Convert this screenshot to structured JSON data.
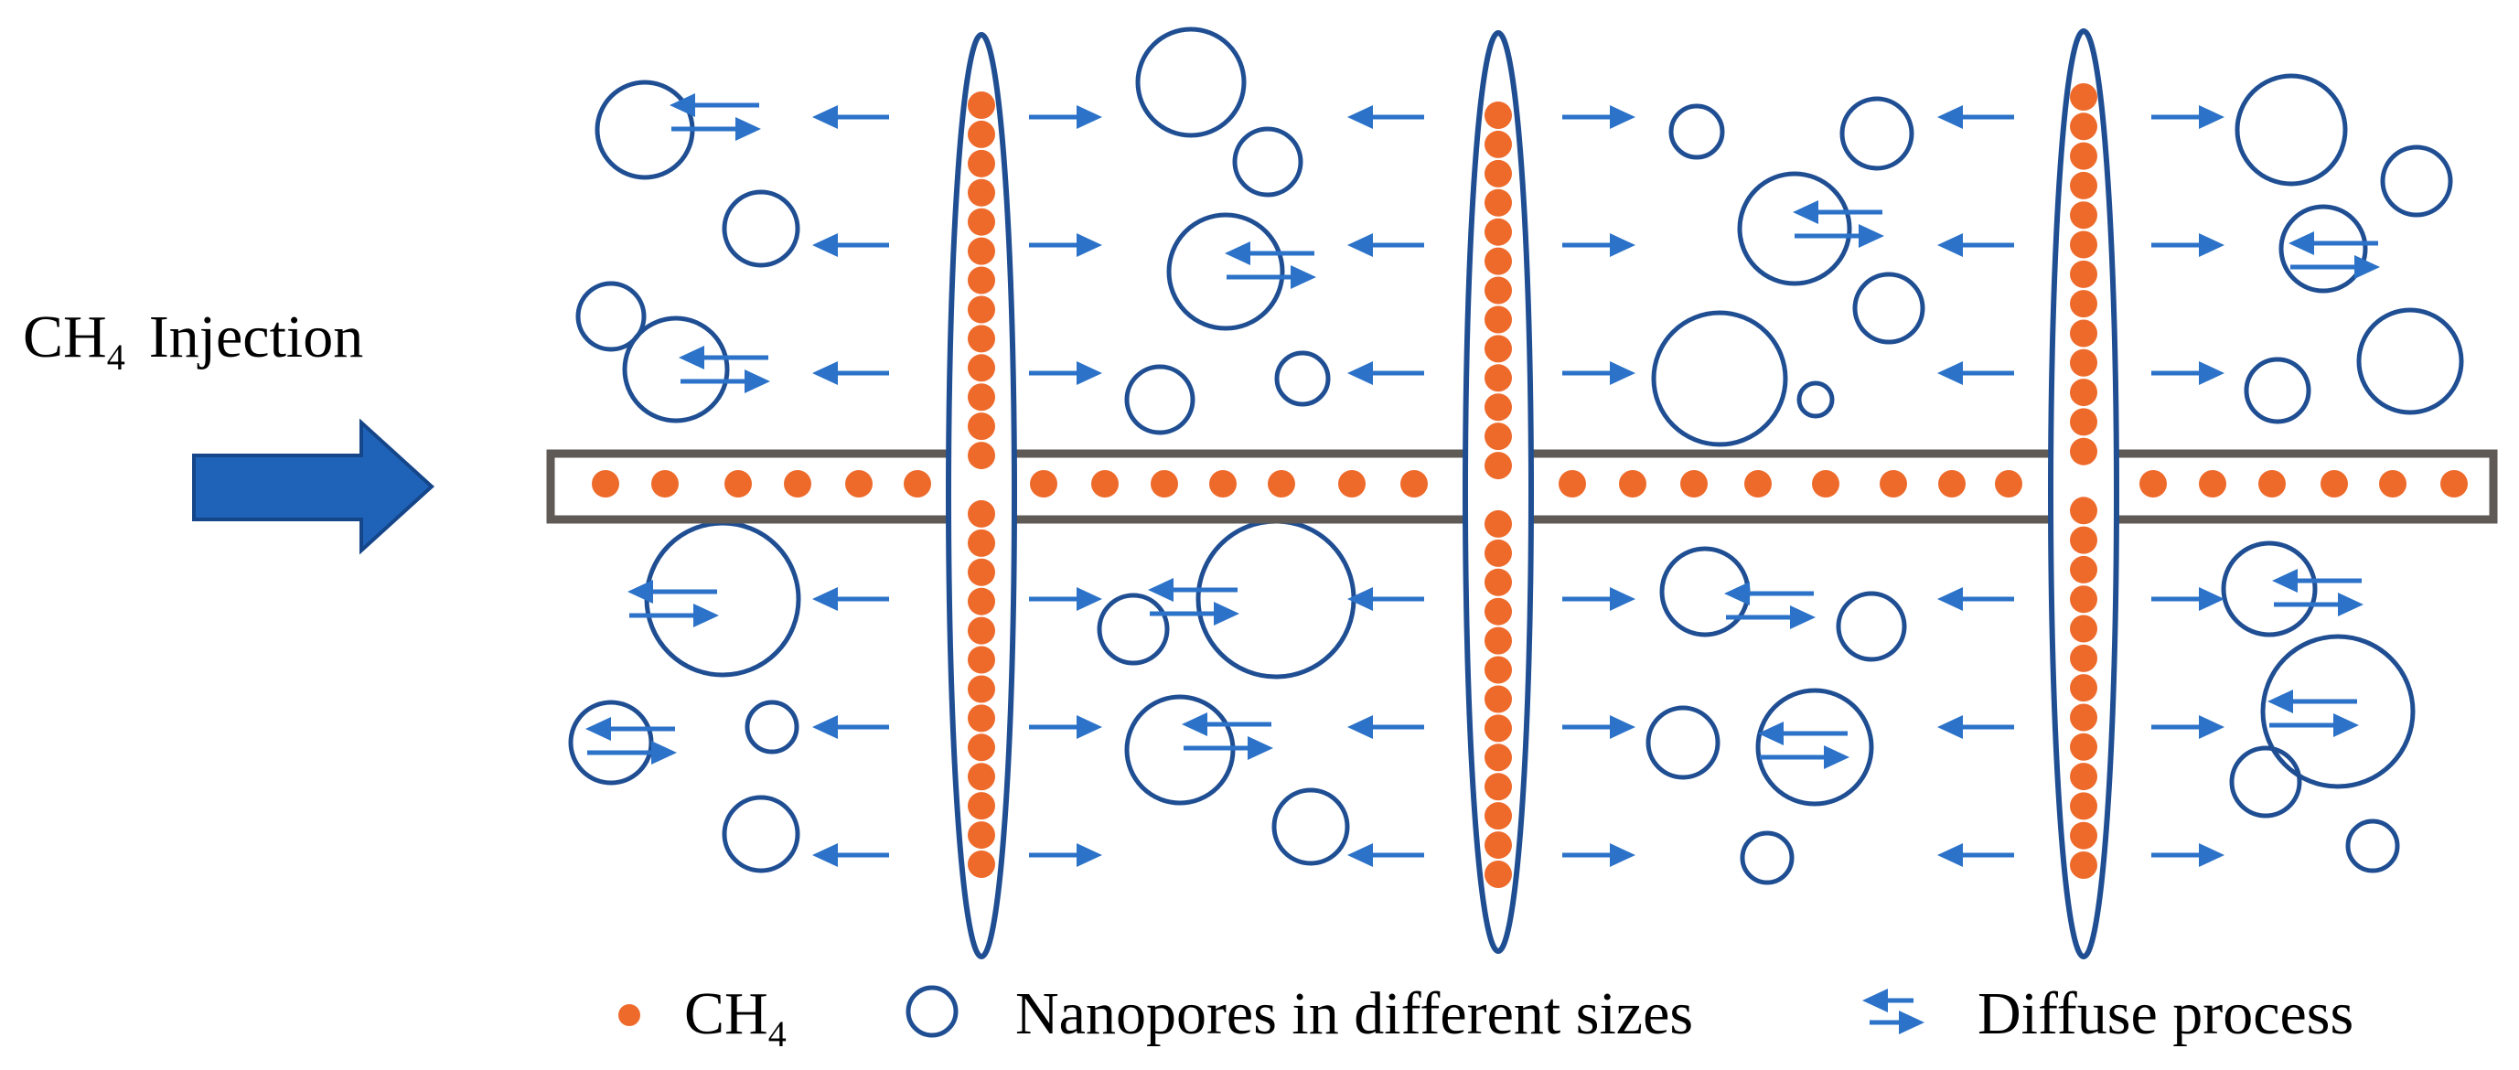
{
  "injection": {
    "label_main": "CH",
    "label_sub": "4",
    "label_tail": "Injection"
  },
  "legend": {
    "ch4_main": "CH",
    "ch4_sub": "4",
    "nanopores_label": "Nanopores in different sizes",
    "diffuse_label": "Diffuse process"
  },
  "colors": {
    "methane": "#ee6a2b",
    "pore": "#1f4e93",
    "arrow": "#2b72c8",
    "injection_arrow": "#1e63b8",
    "injection_arrow_edge": "#16468a",
    "tube_border": "#5f5a55",
    "text": "#000000"
  }
}
